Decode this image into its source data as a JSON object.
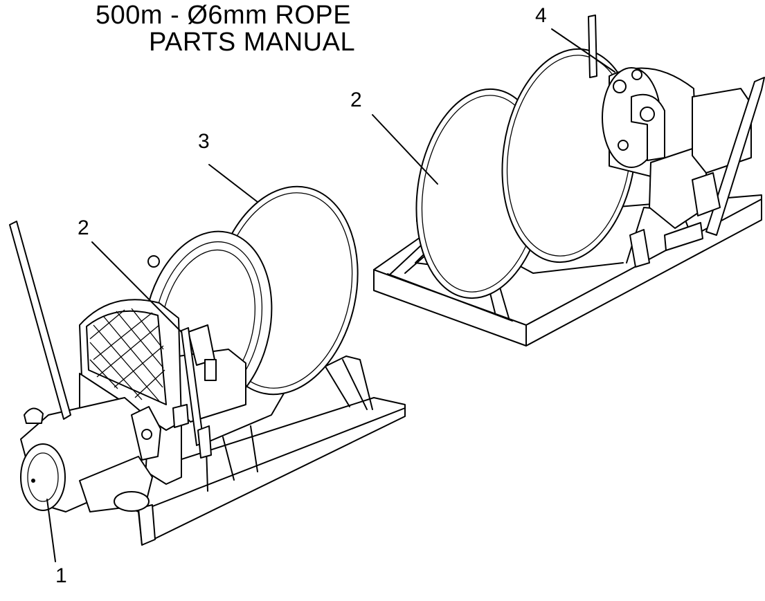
{
  "header": {
    "title_line1": "500m - Ø6mm ROPE",
    "title_line2": "PARTS MANUAL"
  },
  "callouts": [
    {
      "label": "1"
    },
    {
      "label": "2"
    },
    {
      "label": "2"
    },
    {
      "label": "3"
    },
    {
      "label": "4"
    }
  ],
  "colors": {
    "ink": "#000000",
    "paper": "#ffffff"
  }
}
